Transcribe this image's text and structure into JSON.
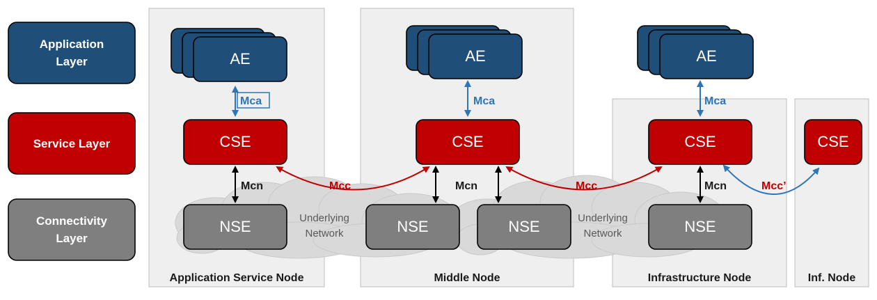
{
  "legend": {
    "application_layer": [
      "Application",
      "Layer"
    ],
    "service_layer": "Service Layer",
    "connectivity_layer": [
      "Connectivity",
      "Layer"
    ]
  },
  "nodes": {
    "application_service_node": "Application Service Node",
    "middle_node": "Middle Node",
    "infrastructure_node": "Infrastructure Node",
    "inf_node": "Inf. Node"
  },
  "entities": {
    "ae": "AE",
    "cse": "CSE",
    "nse": "NSE"
  },
  "reference_points": {
    "mca": "Mca",
    "mcn": "Mcn",
    "mcc": "Mcc",
    "mcc_prime": "Mcc’"
  },
  "underlying_network": [
    "Underlying",
    "Network"
  ],
  "colors": {
    "application_layer": "#1f4e79",
    "service_layer": "#c00000",
    "connectivity_layer": "#7f7f7f",
    "mca_link": "#2e75b6",
    "mcc_link": "#c00000",
    "mcn_link": "#000000"
  }
}
